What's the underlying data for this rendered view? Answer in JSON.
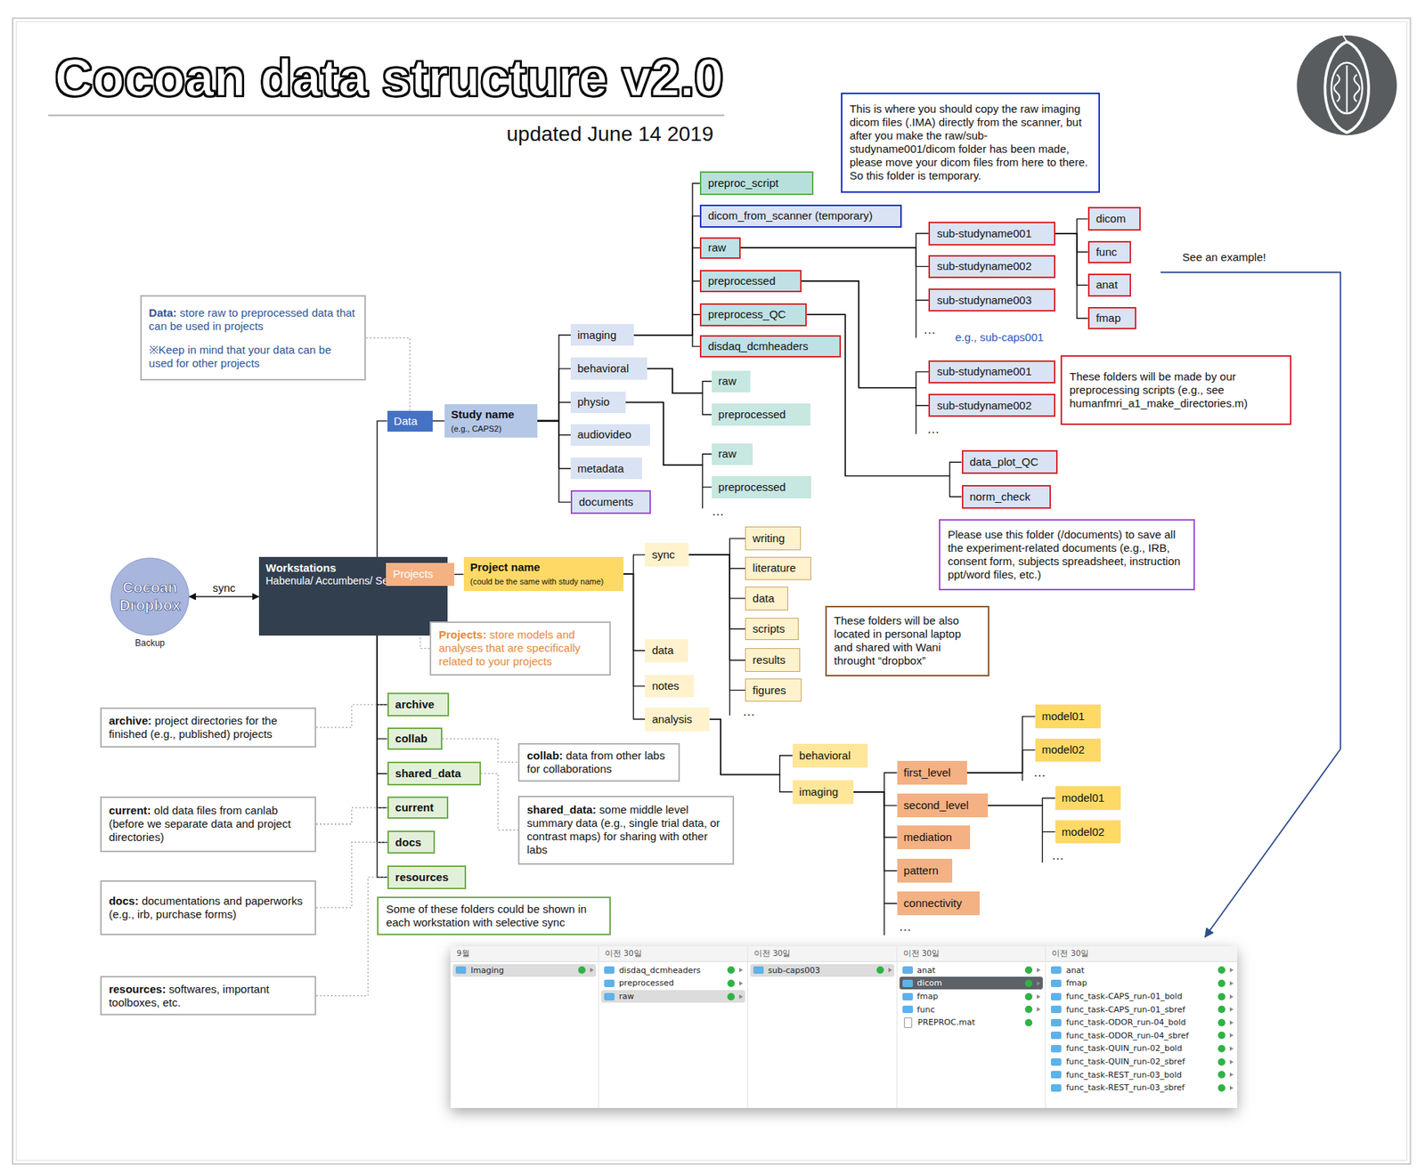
{
  "diagram": {
    "title": "Cocoan data structure v2.0",
    "nodes": [
      {
        "text": [
          "Cocoan Dropbox",
          "Backup"
        ]
      },
      {
        "text": [
          "Workstations",
          "Habenula/ Accumbens/ Sein/ Wissen/"
        ]
      },
      {
        "text": [
          "Data"
        ]
      },
      {
        "text": [
          "Study name",
          "(e.g., CAPS2)"
        ]
      },
      {
        "text": [
          "imaging"
        ]
      },
      {
        "text": [
          "behavioral"
        ]
      },
      {
        "text": [
          "physio"
        ]
      },
      {
        "text": [
          "audiovideo"
        ]
      },
      {
        "text": [
          "metadata"
        ]
      },
      {
        "text": [
          "documents"
        ]
      },
      {
        "text": [
          "preproc_script"
        ]
      },
      {
        "text": [
          "dicom_from_scanner (temporary)"
        ]
      },
      {
        "text": [
          "raw"
        ]
      },
      {
        "text": [
          "preprocessed"
        ]
      },
      {
        "text": [
          "preprocess_QC"
        ]
      },
      {
        "text": [
          "disdaq_dcmheaders"
        ]
      },
      {
        "text": [
          "sub-studyname001"
        ]
      },
      {
        "text": [
          "sub-studyname002"
        ]
      },
      {
        "text": [
          "sub-studyname003"
        ]
      },
      {
        "text": [
          "dicom"
        ]
      },
      {
        "text": [
          "func"
        ]
      },
      {
        "text": [
          "anat"
        ]
      },
      {
        "text": [
          "fmap"
        ]
      },
      {
        "text": [
          "sub-studyname001"
        ]
      },
      {
        "text": [
          "sub-studyname002"
        ]
      },
      {
        "text": [
          "data_plot_QC"
        ]
      },
      {
        "text": [
          "norm_check"
        ]
      },
      {
        "text": [
          "These folders will be made by our preprocessing scripts (e.g., see humanfmri_a1_make_directories.m)"
        ]
      },
      {
        "text": [
          "raw"
        ]
      },
      {
        "text": [
          "preprocessed"
        ]
      },
      {
        "text": [
          "raw"
        ]
      },
      {
        "text": [
          "preprocessed"
        ]
      },
      {
        "text": [
          "Please use this folder (/documents) to save all the experiment-related documents (e.g., IRB, consent form, subjects spreadsheet, instruction ppt/word files, etc.)"
        ]
      },
      {
        "text": [
          "This is where you should copy the raw imaging dicom files (.IMA) directly from the scanner, but after you make the raw/sub-studyname001/dicom folder has been made, please move your dicom files from here to there. So this folder is temporary."
        ]
      },
      {
        "text": [
          "Data:",
          "store raw to preprocessed data that can be used in projects",
          "※Keep in mind that your data can be used for other projects"
        ]
      },
      {
        "text": [
          "Projects"
        ]
      },
      {
        "text": [
          "Project name",
          "(could be the same with study name)"
        ]
      },
      {
        "text": [
          "Projects:",
          "store models and analyses that are specifically related to your projects"
        ]
      },
      {
        "text": [
          "sync"
        ]
      },
      {
        "text": [
          "data"
        ]
      },
      {
        "text": [
          "notes"
        ]
      },
      {
        "text": [
          "analysis"
        ]
      },
      {
        "text": [
          "writing"
        ]
      },
      {
        "text": [
          "literature"
        ]
      },
      {
        "text": [
          "data"
        ]
      },
      {
        "text": [
          "scripts"
        ]
      },
      {
        "text": [
          "results"
        ]
      },
      {
        "text": [
          "figures"
        ]
      },
      {
        "text": [
          "These folders will be also located in personal laptop and shared with Wani throught “dropbox”"
        ]
      },
      {
        "text": [
          "behavioral"
        ]
      },
      {
        "text": [
          "imaging"
        ]
      },
      {
        "text": [
          "first_level"
        ]
      },
      {
        "text": [
          "second_level"
        ]
      },
      {
        "text": [
          "mediation"
        ]
      },
      {
        "text": [
          "pattern"
        ]
      },
      {
        "text": [
          "connectivity"
        ]
      },
      {
        "text": [
          "model01"
        ]
      },
      {
        "text": [
          "model02"
        ]
      },
      {
        "text": [
          "model01"
        ]
      },
      {
        "text": [
          "model02"
        ]
      },
      {
        "text": [
          "archive"
        ]
      },
      {
        "text": [
          "collab"
        ]
      },
      {
        "text": [
          "shared_data"
        ]
      },
      {
        "text": [
          "current"
        ]
      },
      {
        "text": [
          "docs"
        ]
      },
      {
        "text": [
          "resources"
        ]
      },
      {
        "text": [
          "collab:",
          "data from other labs for collaborations"
        ]
      },
      {
        "text": [
          "shared_data:",
          "some middle level summary data (e.g., single trial data, or contrast maps) for sharing with other labs"
        ]
      },
      {
        "text": [
          "Some of these folders could be shown in each workstation with selective sync"
        ]
      },
      {
        "text": [
          "archive:",
          "project directories for the finished (e.g., published) projects"
        ]
      },
      {
        "text": [
          "current:",
          "old data files from canlab (before we separate data and project directories)"
        ]
      },
      {
        "text": [
          "docs:",
          "documentations and paperworks (e.g., irb, purchase forms)"
        ]
      },
      {
        "text": [
          "resources:",
          "softwares, important toolboxes, etc."
        ]
      },
      {
        "text": [
          "9월",
          "Imaging"
        ]
      },
      {
        "text": [
          "이전 30일",
          "disdaq_dcmheaders",
          "preprocessed",
          "raw"
        ]
      },
      {
        "text": [
          "이전 30일",
          "sub-caps003"
        ]
      },
      {
        "text": [
          "이전 30일",
          "anat",
          "dicom",
          "fmap",
          "func",
          "PREPROC.mat"
        ]
      },
      {
        "text": [
          "이전 30일",
          "anat",
          "fmap",
          "func_task-CAPS_run-01_bold",
          "func_task-CAPS_run-01_sbref",
          "func_task-ODOR_run-04_bold",
          "func_task-ODOR_run-04_sbref",
          "func_task-QUIN_run-02_bold",
          "func_task-QUIN_run-02_sbref",
          "func_task-REST_run-03_bold",
          "func_task-REST_run-03_sbref"
        ]
      }
    ],
    "edges": [
      {
        "from": 0,
        "to": 1,
        "arrow": "both",
        "label": "sync"
      },
      {
        "from": 1,
        "to": 2,
        "arrow": "none"
      },
      {
        "from": 1,
        "to": 35,
        "arrow": "none"
      },
      {
        "from": 1,
        "to": 60,
        "arrow": "none"
      },
      {
        "from": 1,
        "to": 61,
        "arrow": "none"
      },
      {
        "from": 1,
        "to": 62,
        "arrow": "none"
      },
      {
        "from": 1,
        "to": 63,
        "arrow": "none"
      },
      {
        "from": 1,
        "to": 64,
        "arrow": "none"
      },
      {
        "from": 1,
        "to": 65,
        "arrow": "none"
      },
      {
        "from": 2,
        "to": 3,
        "arrow": "none"
      },
      {
        "from": 3,
        "to": 4,
        "arrow": "none"
      },
      {
        "from": 3,
        "to": 5,
        "arrow": "none"
      },
      {
        "from": 3,
        "to": 6,
        "arrow": "none"
      },
      {
        "from": 3,
        "to": 7,
        "arrow": "none"
      },
      {
        "from": 3,
        "to": 8,
        "arrow": "none"
      },
      {
        "from": 3,
        "to": 9,
        "arrow": "none"
      },
      {
        "from": 4,
        "to": 10,
        "arrow": "none"
      },
      {
        "from": 4,
        "to": 11,
        "arrow": "none"
      },
      {
        "from": 4,
        "to": 12,
        "arrow": "none"
      },
      {
        "from": 4,
        "to": 13,
        "arrow": "none"
      },
      {
        "from": 4,
        "to": 14,
        "arrow": "none"
      },
      {
        "from": 4,
        "to": 15,
        "arrow": "none"
      },
      {
        "from": 12,
        "to": 16,
        "arrow": "none"
      },
      {
        "from": 12,
        "to": 17,
        "arrow": "none"
      },
      {
        "from": 12,
        "to": 18,
        "arrow": "none"
      },
      {
        "from": 16,
        "to": 19,
        "arrow": "none"
      },
      {
        "from": 16,
        "to": 20,
        "arrow": "none"
      },
      {
        "from": 16,
        "to": 21,
        "arrow": "none"
      },
      {
        "from": 16,
        "to": 22,
        "arrow": "none"
      },
      {
        "from": 13,
        "to": 23,
        "arrow": "none"
      },
      {
        "from": 13,
        "to": 24,
        "arrow": "none"
      },
      {
        "from": 14,
        "to": 25,
        "arrow": "none"
      },
      {
        "from": 14,
        "to": 26,
        "arrow": "none"
      },
      {
        "from": 5,
        "to": 28,
        "arrow": "none"
      },
      {
        "from": 5,
        "to": 29,
        "arrow": "none"
      },
      {
        "from": 6,
        "to": 30,
        "arrow": "none"
      },
      {
        "from": 6,
        "to": 31,
        "arrow": "none"
      },
      {
        "from": 35,
        "to": 36,
        "arrow": "none"
      },
      {
        "from": 36,
        "to": 38,
        "arrow": "none"
      },
      {
        "from": 36,
        "to": 39,
        "arrow": "none"
      },
      {
        "from": 36,
        "to": 40,
        "arrow": "none"
      },
      {
        "from": 36,
        "to": 41,
        "arrow": "none"
      },
      {
        "from": 38,
        "to": 42,
        "arrow": "none"
      },
      {
        "from": 38,
        "to": 43,
        "arrow": "none"
      },
      {
        "from": 38,
        "to": 44,
        "arrow": "none"
      },
      {
        "from": 38,
        "to": 45,
        "arrow": "none"
      },
      {
        "from": 38,
        "to": 46,
        "arrow": "none"
      },
      {
        "from": 38,
        "to": 47,
        "arrow": "none"
      },
      {
        "from": 41,
        "to": 49,
        "arrow": "none"
      },
      {
        "from": 41,
        "to": 50,
        "arrow": "none"
      },
      {
        "from": 50,
        "to": 51,
        "arrow": "none"
      },
      {
        "from": 50,
        "to": 52,
        "arrow": "none"
      },
      {
        "from": 50,
        "to": 53,
        "arrow": "none"
      },
      {
        "from": 50,
        "to": 54,
        "arrow": "none"
      },
      {
        "from": 50,
        "to": 55,
        "arrow": "none"
      },
      {
        "from": 51,
        "to": 56,
        "arrow": "none"
      },
      {
        "from": 51,
        "to": 57,
        "arrow": "none"
      },
      {
        "from": 52,
        "to": 58,
        "arrow": "none"
      },
      {
        "from": 52,
        "to": 59,
        "arrow": "none"
      },
      {
        "from": 34,
        "to": 2,
        "arrow": "none"
      },
      {
        "from": 35,
        "to": 37,
        "arrow": "none"
      },
      {
        "from": 69,
        "to": 60,
        "arrow": "none"
      },
      {
        "from": 70,
        "to": 63,
        "arrow": "none"
      },
      {
        "from": 71,
        "to": 64,
        "arrow": "none"
      },
      {
        "from": 72,
        "to": 65,
        "arrow": "none"
      },
      {
        "from": 61,
        "to": 66,
        "arrow": "none"
      },
      {
        "from": 62,
        "to": 67,
        "arrow": "none"
      }
    ],
    "labels": [
      "updated June 14 2019",
      "e.g., sub-caps001",
      "See an example!",
      "…",
      "…",
      "…",
      "…",
      "…",
      "…",
      "…"
    ]
  }
}
